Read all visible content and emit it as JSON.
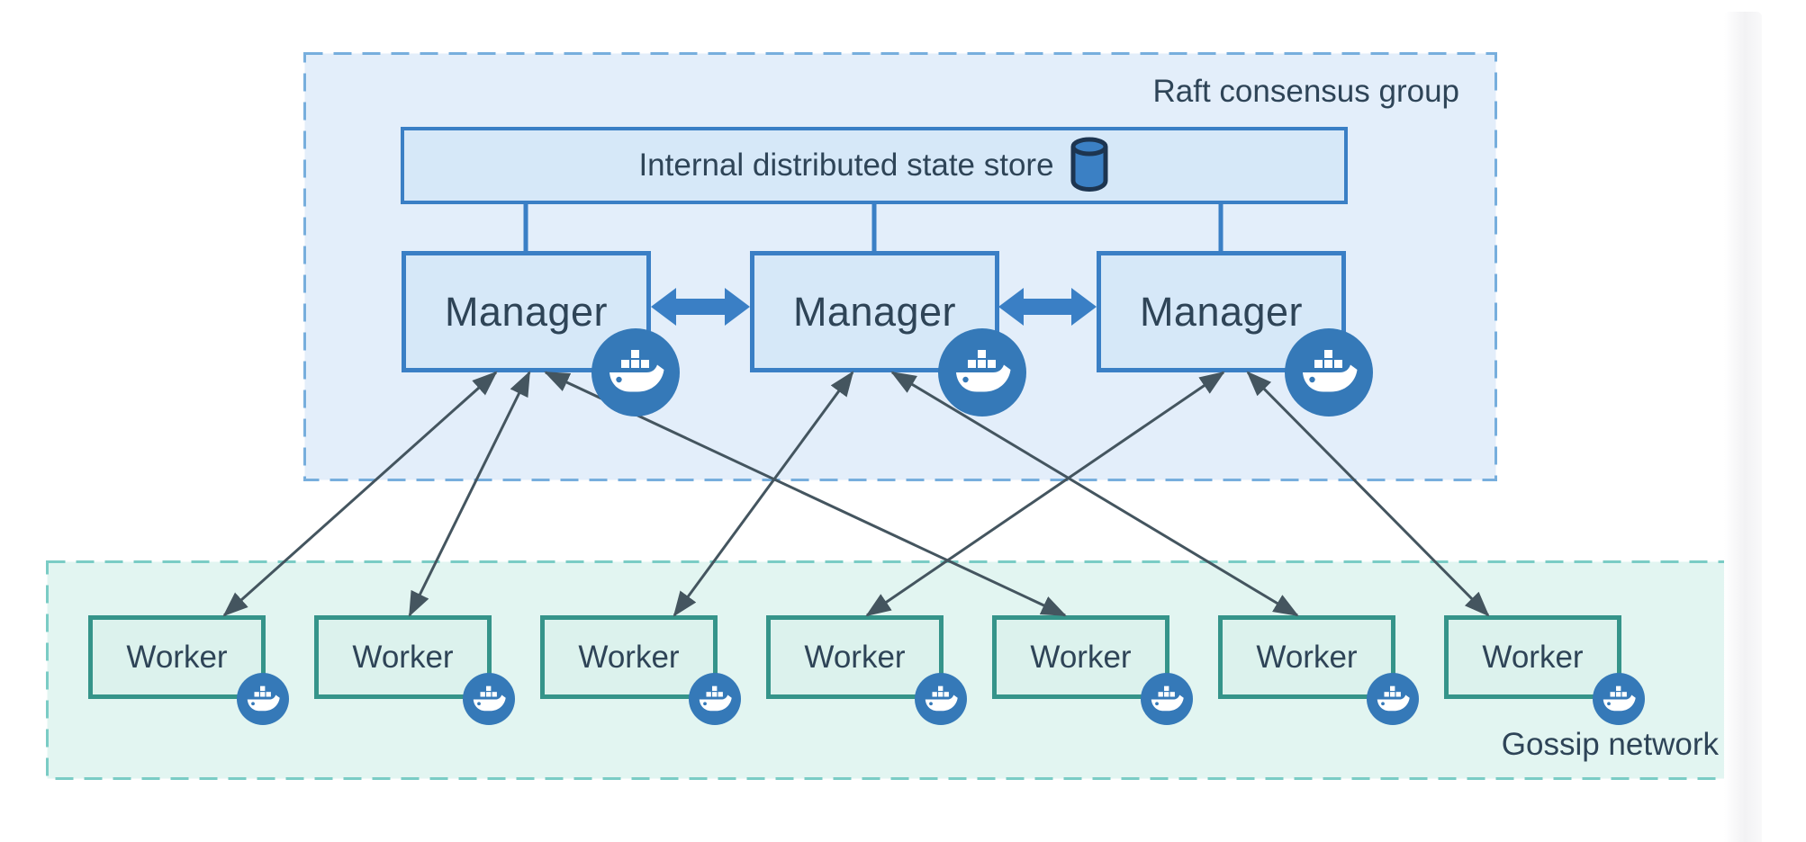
{
  "diagram": {
    "raft_group": {
      "label": "Raft consensus group"
    },
    "state_store": {
      "label": "Internal distributed state store",
      "icon": "database-cylinder-icon"
    },
    "managers": [
      {
        "label": "Manager"
      },
      {
        "label": "Manager"
      },
      {
        "label": "Manager"
      }
    ],
    "workers": [
      {
        "label": "Worker"
      },
      {
        "label": "Worker"
      },
      {
        "label": "Worker"
      },
      {
        "label": "Worker"
      },
      {
        "label": "Worker"
      },
      {
        "label": "Worker"
      },
      {
        "label": "Worker"
      }
    ],
    "gossip_network": {
      "label": "Gossip network"
    },
    "badge_icon": "docker-whale-icon",
    "links": {
      "store_to_managers": [
        "state-store—manager-1",
        "state-store—manager-2",
        "state-store—manager-3"
      ],
      "manager_peers": [
        "manager-1⇄manager-2",
        "manager-2⇄manager-3"
      ],
      "manager_workers": [
        "manager-1⇄worker-1",
        "manager-1⇄worker-2",
        "manager-1⇄worker-5",
        "manager-2⇄worker-3",
        "manager-2⇄worker-6",
        "manager-3⇄worker-4",
        "manager-3⇄worker-7"
      ]
    },
    "colors": {
      "raft_fill": "#e3eefa",
      "raft_border": "#77aedd",
      "node_blue_fill": "#d6e8f8",
      "node_blue_border": "#3a7fc5",
      "gossip_fill": "#e2f5f1",
      "gossip_border": "#7accc5",
      "worker_fill": "#dcf2ed",
      "worker_border": "#35948a",
      "badge": "#3579b8",
      "text": "#2e4457",
      "arrow": "#44555f"
    }
  }
}
